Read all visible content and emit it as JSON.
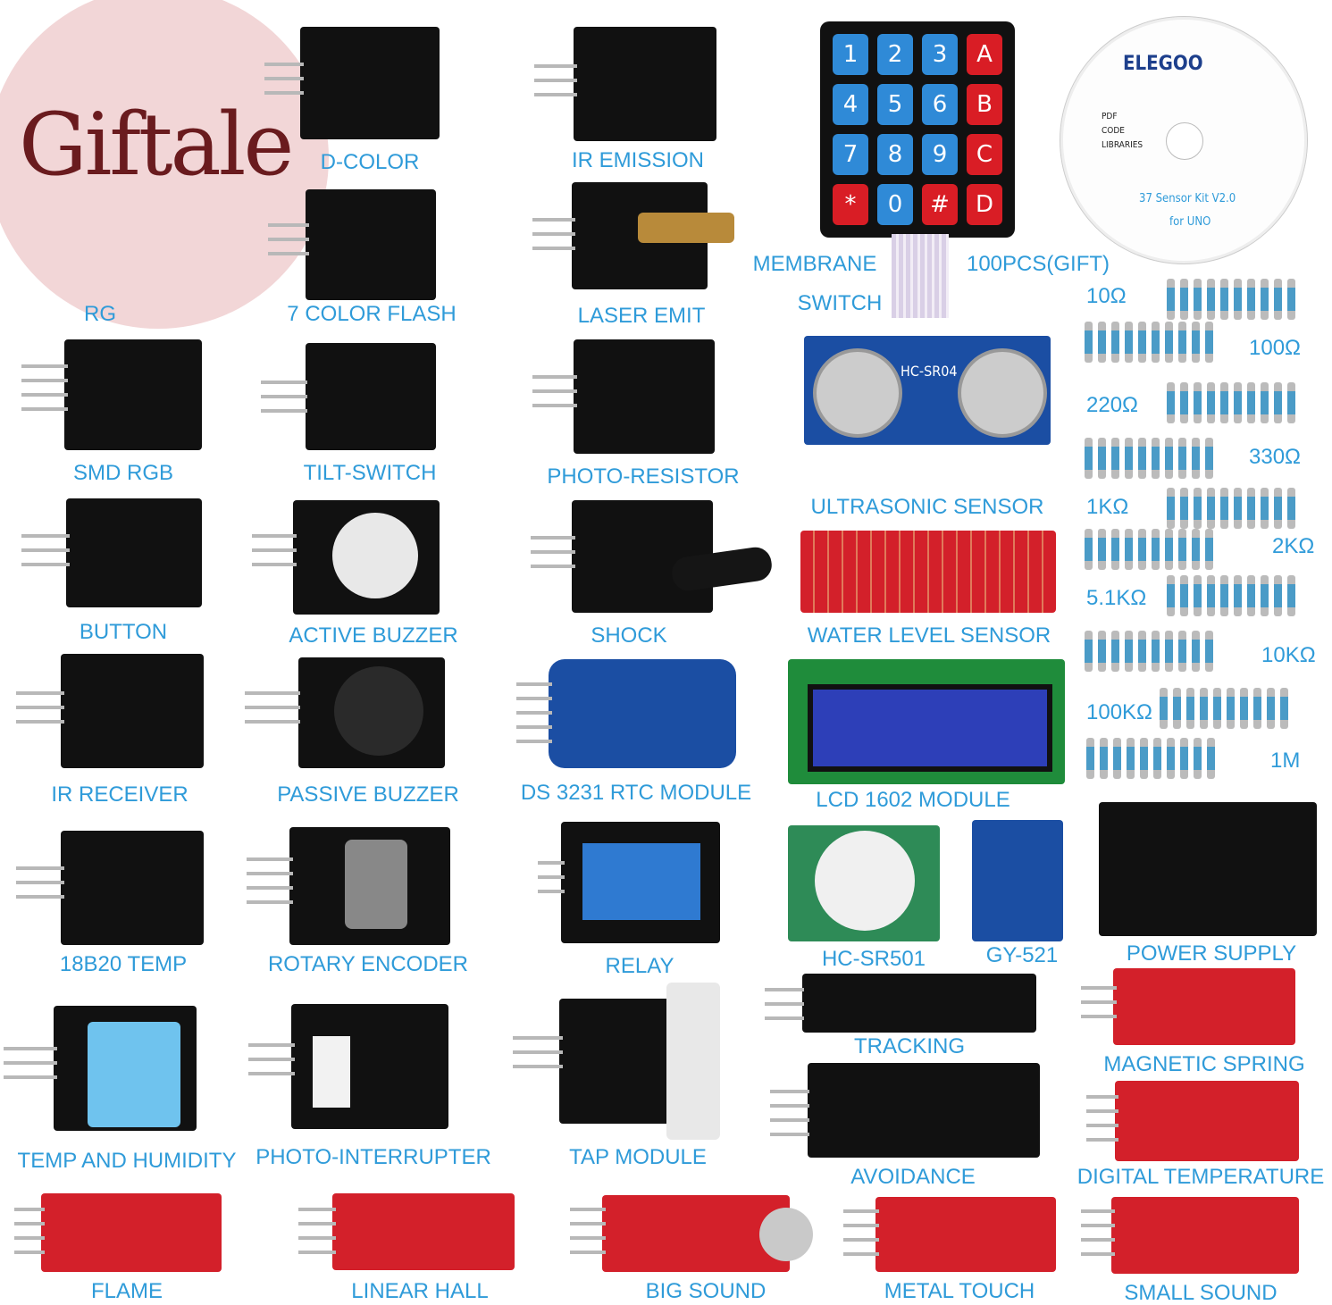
{
  "watermark": {
    "text": "Giftale"
  },
  "cd": {
    "brand": "ELEGOO",
    "lines": [
      "PDF",
      "CODE",
      "LIBRARIES"
    ],
    "title": "37 Sensor Kit V2.0",
    "subtitle": "for UNO"
  },
  "keypad": {
    "keys": [
      "1",
      "2",
      "3",
      "A",
      "4",
      "5",
      "6",
      "B",
      "7",
      "8",
      "9",
      "C",
      "*",
      "0",
      "#",
      "D"
    ]
  },
  "labels": [
    "D-COLOR",
    "IR EMISSION",
    "RG",
    "7 COLOR FLASH",
    "LASER EMIT",
    "MEMBRANE",
    "SWITCH",
    "100PCS(GIFT)",
    "SMD RGB",
    "TILT-SWITCH",
    "PHOTO-RESISTOR",
    "ULTRASONIC SENSOR",
    "BUTTON",
    "ACTIVE BUZZER",
    "SHOCK",
    "WATER LEVEL SENSOR",
    "IR RECEIVER",
    "PASSIVE BUZZER",
    "DS 3231 RTC MODULE",
    "LCD 1602 MODULE",
    "18B20 TEMP",
    "ROTARY ENCODER",
    "RELAY",
    "HC-SR501",
    "GY-521",
    "POWER SUPPLY",
    "TRACKING",
    "MAGNETIC SPRING",
    "TEMP AND HUMIDITY",
    "PHOTO-INTERRUPTER",
    "TAP MODULE",
    "AVOIDANCE",
    "DIGITAL TEMPERATURE",
    "FLAME",
    "LINEAR HALL",
    "BIG SOUND",
    "METAL TOUCH",
    "SMALL SOUND"
  ],
  "resistors": [
    "10Ω",
    "100Ω",
    "220Ω",
    "330Ω",
    "1KΩ",
    "2KΩ",
    "5.1KΩ",
    "10KΩ",
    "100KΩ",
    "1M"
  ],
  "ultrasonic_text": "HC-SR04"
}
